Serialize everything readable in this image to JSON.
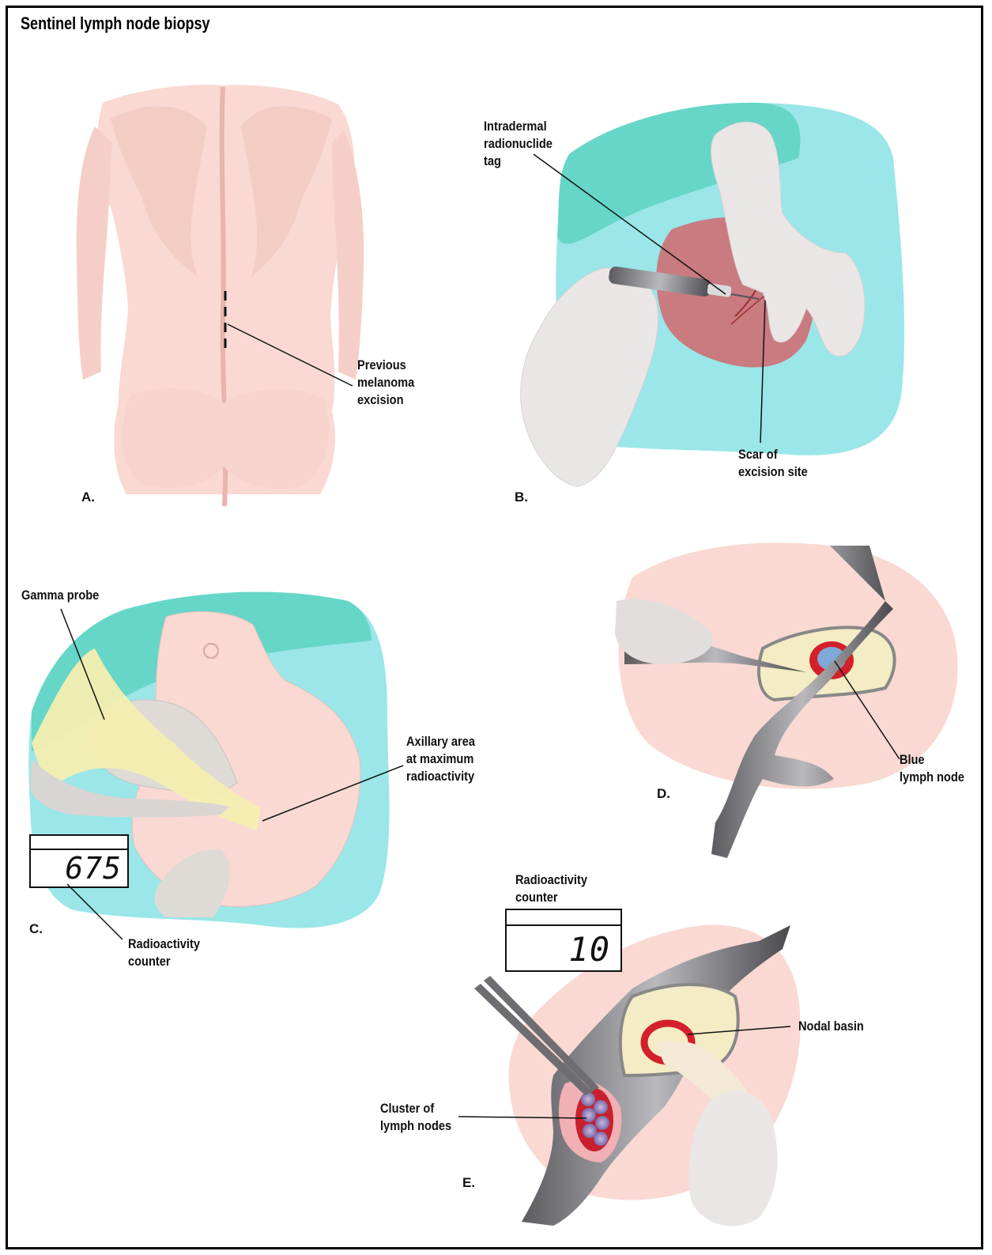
{
  "title": "Sentinel lymph node biopsy",
  "panels": {
    "a": {
      "letter": "A.",
      "labels": {
        "melanoma": "Previous\nmelanoma\nexcision"
      }
    },
    "b": {
      "letter": "B.",
      "labels": {
        "tag": "Intradermal\nradionuclide\ntag",
        "scar": "Scar of\nexcision site"
      }
    },
    "c": {
      "letter": "C.",
      "labels": {
        "probe": "Gamma probe",
        "axillary": "Axillary area\nat maximum\nradioactivity",
        "counter": "Radioactivity\ncounter"
      },
      "counter_value": "675"
    },
    "d": {
      "letter": "D.",
      "labels": {
        "blue_node": "Blue\nlymph node"
      }
    },
    "e": {
      "letter": "E.",
      "labels": {
        "counter": "Radioactivity\ncounter",
        "nodal_basin": "Nodal basin",
        "cluster": "Cluster of\nlymph nodes"
      },
      "counter_value": "10"
    }
  },
  "colors": {
    "skin": "#f9d9d2",
    "skin_shadow": "#efc2ba",
    "drape": "#66d6c8",
    "drape_light": "#a6ecef",
    "wound": "#c06a70",
    "tissue": "#f3ecc4",
    "node_red": "#d4202c",
    "node_blue": "#7fa9d8",
    "metal": "#7a7a7e",
    "glove": "#ebe6e6"
  }
}
